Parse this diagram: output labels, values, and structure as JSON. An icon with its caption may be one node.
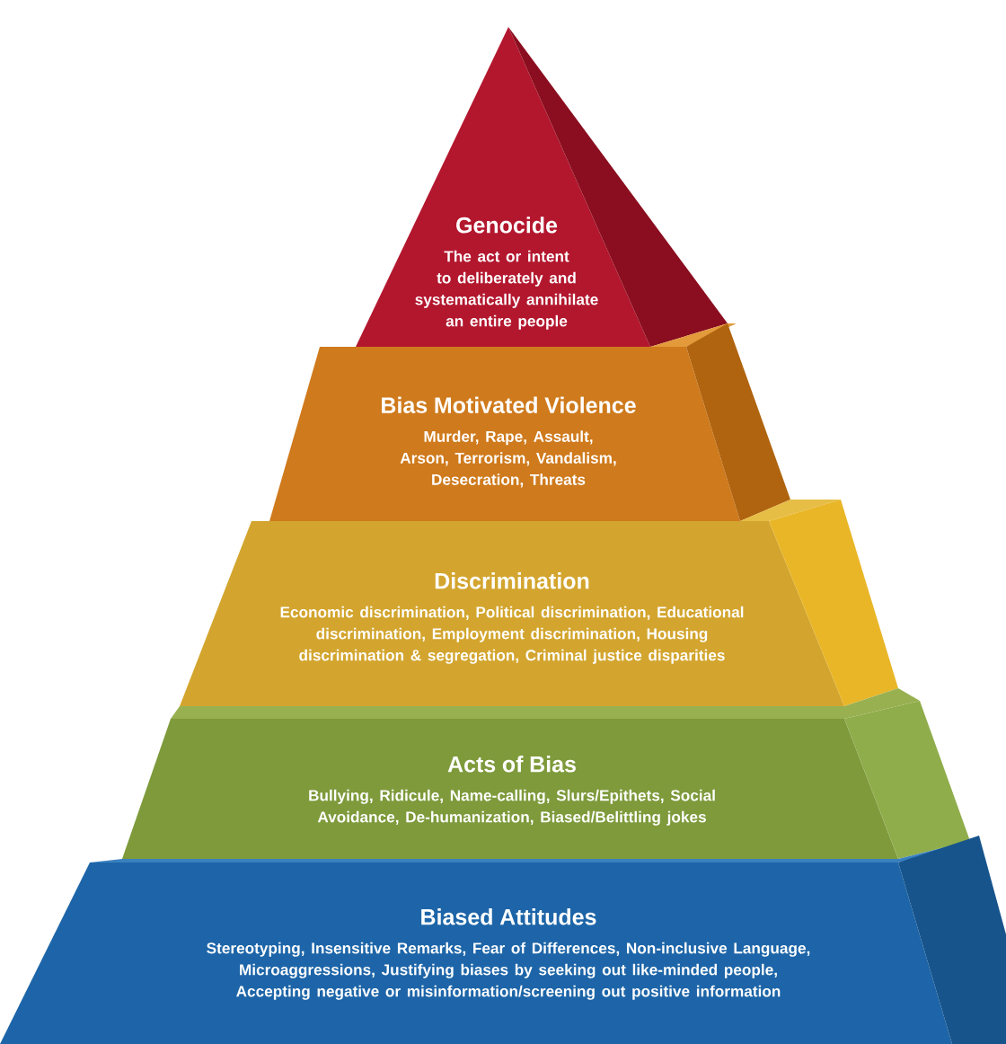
{
  "diagram": {
    "nodes": [
      {
        "text": [
          "Genocide",
          "The act or intent to deliberately and systematically annihilate an entire people"
        ]
      },
      {
        "text": [
          "Bias Motivated Violence",
          "Murder, Rape, Assault, Arson, Terrorism, Vandalism, Desecration, Threats"
        ]
      },
      {
        "text": [
          "Discrimination",
          "Economic discrimination, Political discrimination, Educational discrimination, Employment discrimination, Housing discrimination & segregation, Criminal justice disparities"
        ]
      },
      {
        "text": [
          "Acts of Bias",
          "Bullying, Ridicule, Name-calling, Slurs/Epithets, Social Avoidance, De-humanization, Biased/Belittling jokes"
        ]
      },
      {
        "text": [
          "Biased Attitudes",
          "Stereotyping, Insensitive Remarks, Fear of Differences, Non-inclusive Language, Microaggressions, Justifying biases by seeking out like-minded people, Accepting negative or misinformation/screening out positive information"
        ]
      }
    ]
  }
}
